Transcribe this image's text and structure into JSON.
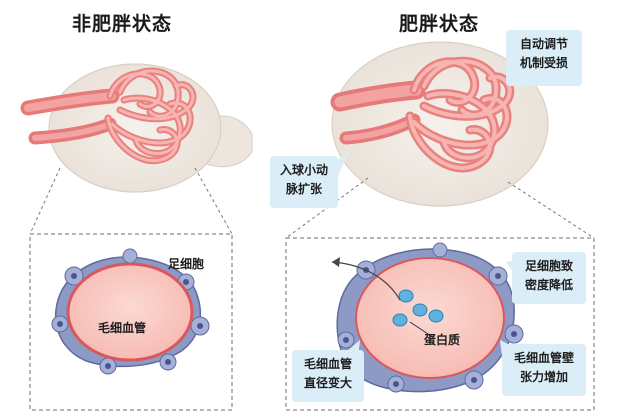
{
  "titles": {
    "left": "非肥胖状态",
    "right": "肥胖状态"
  },
  "labels": {
    "podocyte": "足细胞",
    "capillary": "毛细血管",
    "protein": "蛋白质"
  },
  "callouts": {
    "autoregulation": [
      "自动调节",
      "机制受损"
    ],
    "afferent": [
      "入球小动",
      "脉扩张"
    ],
    "podocyte_density": [
      "足细胞致",
      "密度降低"
    ],
    "capillary_diameter": [
      "毛细血管",
      "直径变大"
    ],
    "wall_tension": [
      "毛细血管壁",
      "张力增加"
    ]
  },
  "colors": {
    "vessel_pink": "#f09a98",
    "vessel_dark": "#e06d6c",
    "capsule_beige": "#efe9e2",
    "lumen_pink": "#f9cdc6",
    "podocyte_blue": "#8a96c2",
    "callout_bg": "#dbeef8",
    "protein_blue": "#5fb2e0"
  }
}
